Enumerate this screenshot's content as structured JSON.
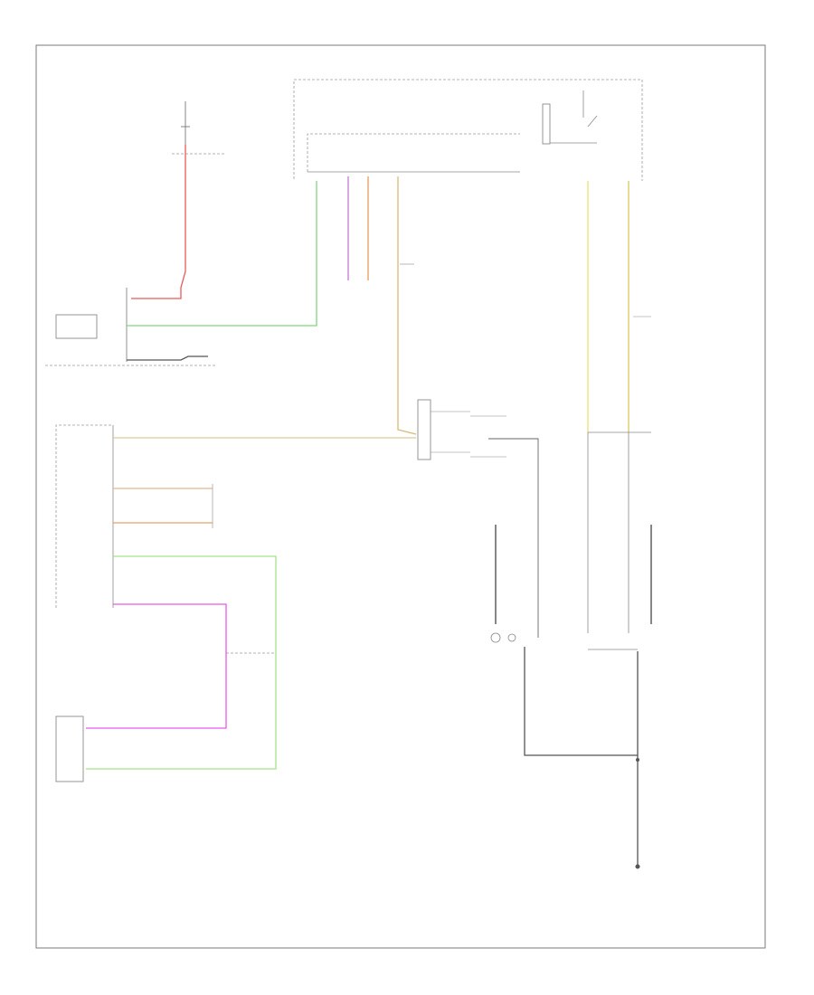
{
  "diagram": {
    "footer_code": "",
    "components": {
      "battery_junction_box": {
        "label": ""
      },
      "body_control_module": {
        "label": ""
      },
      "headlamp_switch": {
        "label": ""
      },
      "steering_wheel_switch": {
        "label": ""
      },
      "instrument_cluster": {
        "label": ""
      },
      "level_sensor": {
        "label": ""
      },
      "ground_point": {
        "label": ""
      }
    },
    "wires": [
      {
        "id": "power-feed",
        "color": "#e85a5a"
      },
      {
        "id": "signal-green",
        "color": "#7fd67f"
      },
      {
        "id": "signal-violet",
        "color": "#c47ad9"
      },
      {
        "id": "signal-orange",
        "color": "#e89a5a"
      },
      {
        "id": "signal-tan",
        "color": "#d9b87a"
      },
      {
        "id": "signal-yellow",
        "color": "#e8e27a"
      },
      {
        "id": "signal-magenta",
        "color": "#e85ae8"
      },
      {
        "id": "signal-olive",
        "color": "#c8c86a"
      },
      {
        "id": "ground",
        "color": "#555555"
      }
    ]
  }
}
